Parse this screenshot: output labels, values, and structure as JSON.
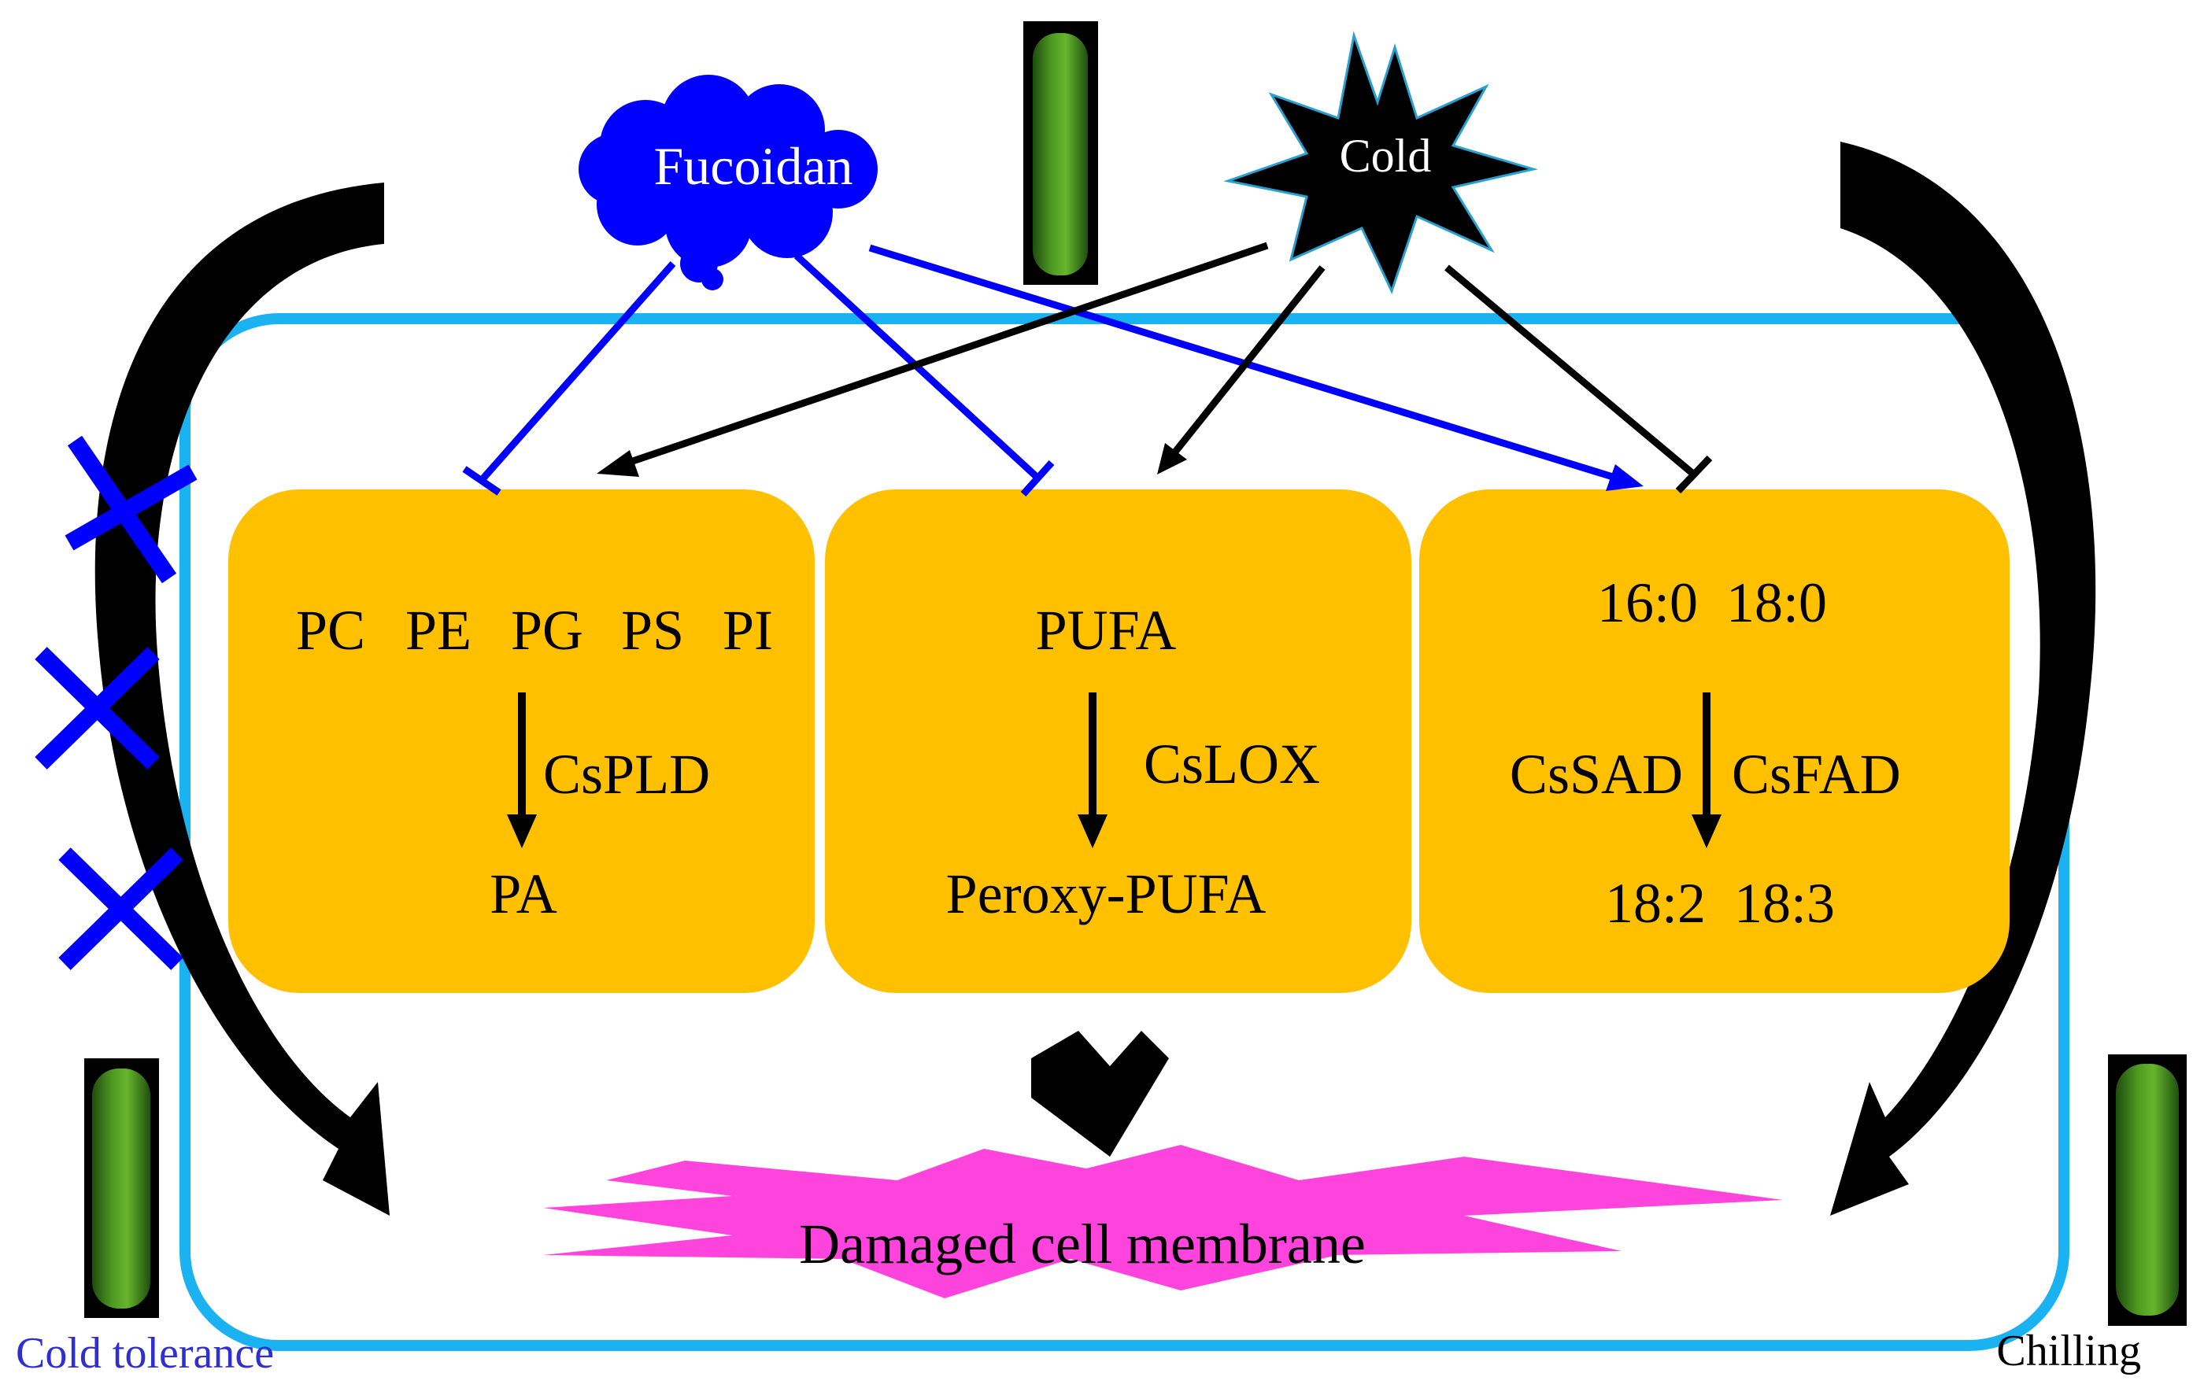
{
  "stimuli": {
    "fucoidan": "Fucoidan",
    "cold": "Cold"
  },
  "boxes": {
    "phospholipid": {
      "substrates": [
        "PC",
        "PE",
        "PG",
        "PS",
        "PI"
      ],
      "enzyme": "CsPLD",
      "product": "PA"
    },
    "lipoxygenase": {
      "substrate": "PUFA",
      "enzyme": "CsLOX",
      "product": "Peroxy-PUFA"
    },
    "desaturase": {
      "substrates": "16:0  18:0",
      "enzyme_left": "CsSAD",
      "enzyme_right": "CsFAD",
      "products": "18:2  18:3"
    }
  },
  "outcome": "Damaged cell membrane",
  "labels": {
    "left": "Cold tolerance",
    "right": "Chilling"
  },
  "colors": {
    "cell_border": "#1ab2f0",
    "box_fill": "#ffc000",
    "fucoidan": "#0000ff",
    "cold": "#000000",
    "damage": "#ff44dd",
    "tolerance_text": "#2f2fd0"
  },
  "icons": [
    "cucumber-icon",
    "fucoidan-cloud-icon",
    "cold-burst-icon",
    "block-x-icon"
  ]
}
